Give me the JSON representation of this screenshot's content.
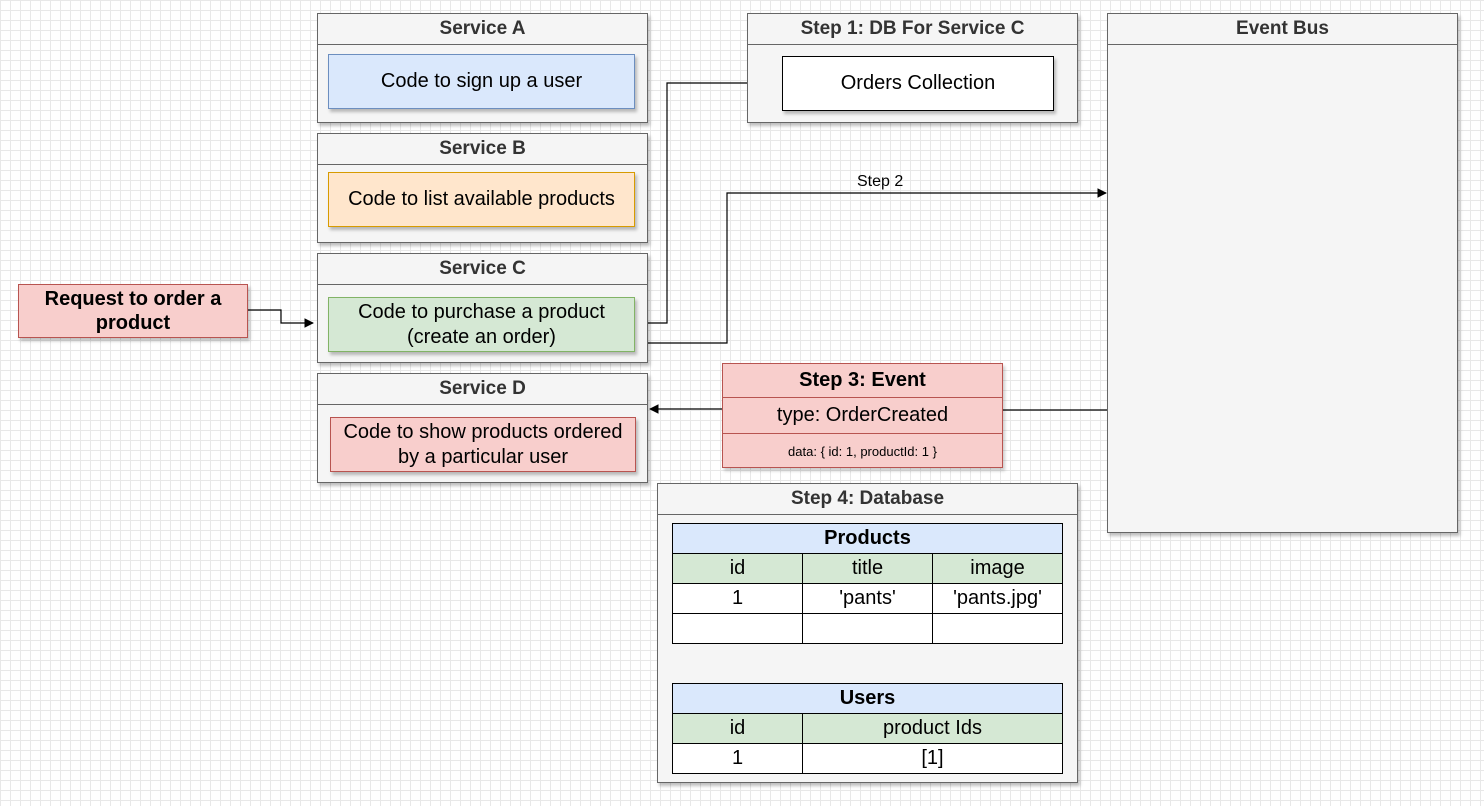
{
  "request": {
    "text": "Request to order a product"
  },
  "services": {
    "a": {
      "title": "Service A",
      "code": "Code to sign up a user"
    },
    "b": {
      "title": "Service B",
      "code": "Code to list available products"
    },
    "c": {
      "title": "Service C",
      "code": "Code to purchase a product (create an order)"
    },
    "d": {
      "title": "Service D",
      "code": "Code to show products ordered by a particular user"
    }
  },
  "step1": {
    "title": "Step 1: DB For Service C",
    "collection": "Orders Collection"
  },
  "step2": {
    "label": "Step 2"
  },
  "event_bus": {
    "title": "Event Bus"
  },
  "step3": {
    "title": "Step 3: Event",
    "type": "type: OrderCreated",
    "data": "data: { id: 1, productId: 1 }"
  },
  "step4": {
    "title": "Step 4: Database",
    "products": {
      "title": "Products",
      "columns": [
        "id",
        "title",
        "image"
      ],
      "rows": [
        [
          "1",
          "'pants'",
          "'pants.jpg'"
        ],
        [
          "",
          "",
          ""
        ]
      ]
    },
    "users": {
      "title": "Users",
      "columns": [
        "id",
        "product Ids"
      ],
      "rows": [
        [
          "1",
          "[1]"
        ]
      ]
    }
  },
  "colors": {
    "blue_fill": "#dae8fc",
    "orange_fill": "#ffe6cc",
    "green_fill": "#d5e8d4",
    "red_fill": "#f8cecc",
    "panel_fill": "#f5f5f5"
  }
}
